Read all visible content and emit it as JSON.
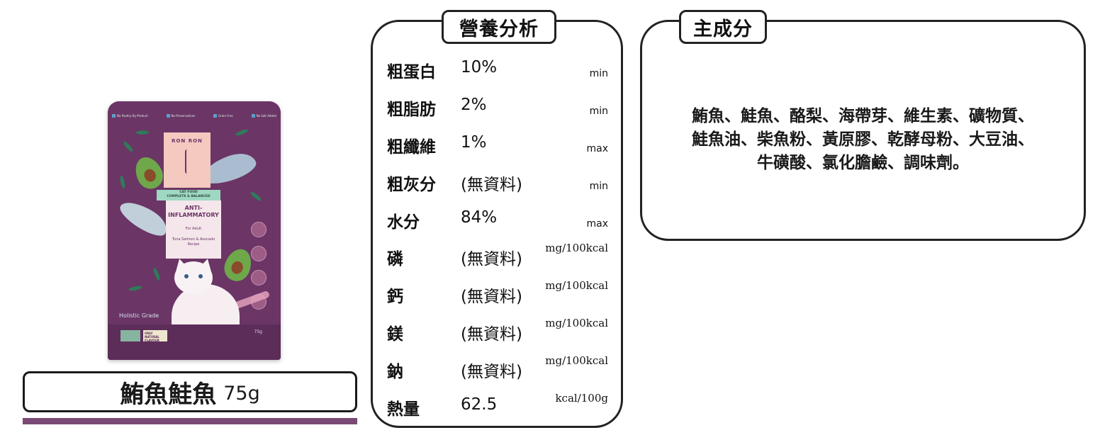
{
  "product": {
    "name": "鮪魚鮭魚",
    "weight": "75g",
    "packaging": {
      "brand": "RON RON",
      "claims": [
        "No Poultry By-Product",
        "No Preservatives",
        "Grain Free",
        "No Salt Added"
      ],
      "category": "CAT FOOD",
      "subcategory": "COMPLETE & BALANCED",
      "headline": "ANTI-INFLAMMATORY",
      "audience": "For Adult",
      "recipe": "Tuna Salmon & Avocado Recipe",
      "holistic": "Holistic Grade",
      "natural_badge": "ONLY NATURAL FLAVOUR FOOD",
      "net_weight": "75g",
      "colors": {
        "pouch": "#6b3566",
        "label": "#f4c9c0",
        "mint": "#9fd8c2"
      }
    }
  },
  "nutrition": {
    "title": "營養分析",
    "rows": [
      {
        "label": "粗蛋白",
        "value": "10%",
        "unit": "min"
      },
      {
        "label": "粗脂肪",
        "value": "2%",
        "unit": "min"
      },
      {
        "label": "粗纖維",
        "value": "1%",
        "unit": "max"
      },
      {
        "label": "粗灰分",
        "value": "(無資料)",
        "unit": "min"
      },
      {
        "label": "水分",
        "value": "84%",
        "unit": "max"
      },
      {
        "label": "磷",
        "value": "(無資料)",
        "unit": "mg/100kcal"
      },
      {
        "label": "鈣",
        "value": "(無資料)",
        "unit": "mg/100kcal"
      },
      {
        "label": "鎂",
        "value": "(無資料)",
        "unit": "mg/100kcal"
      },
      {
        "label": "鈉",
        "value": "(無資料)",
        "unit": "mg/100kcal"
      },
      {
        "label": "熱量",
        "value": "62.5",
        "unit": "kcal/100g"
      }
    ]
  },
  "ingredients": {
    "title": "主成分",
    "lines": [
      "鮪魚、鮭魚、酪梨、海帶芽、維生素、礦物質、",
      "鮭魚油、柴魚粉、黃原膠、乾酵母粉、大豆油、",
      "牛磺酸、氯化膽鹼、調味劑。"
    ]
  },
  "colors": {
    "accent_bar": "#7a4a74",
    "border": "#222222"
  }
}
